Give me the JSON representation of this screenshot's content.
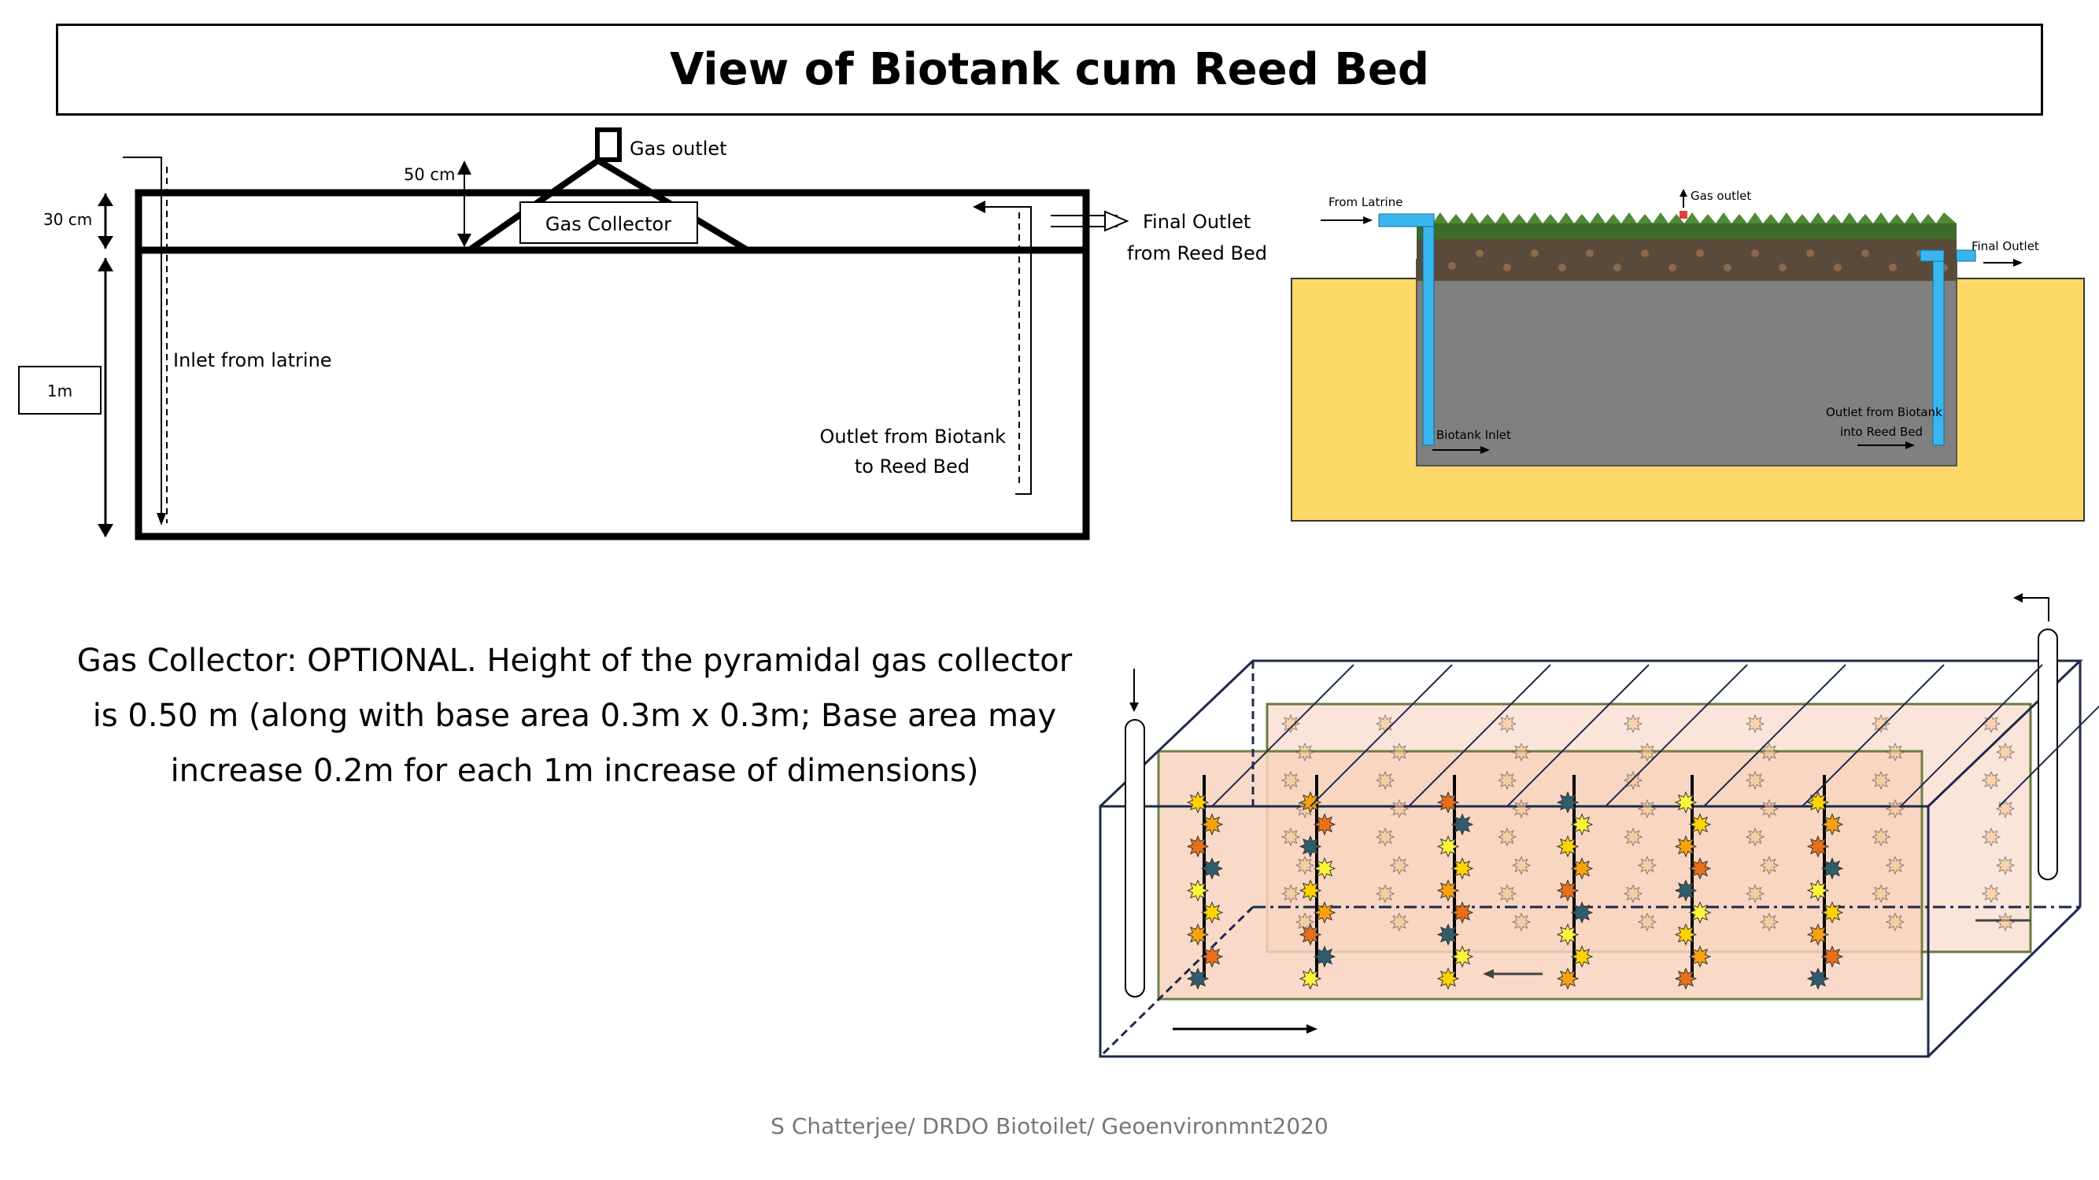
{
  "title": "View of Biotank cum Reed Bed",
  "section_diagram": {
    "gas_outlet": "Gas outlet",
    "dim_50cm": "50 cm",
    "dim_30cm": "30 cm",
    "dim_1m": "1m",
    "gas_collector": "Gas Collector",
    "final_outlet_line1": "Final Outlet",
    "final_outlet_line2": "from Reed Bed",
    "inlet": "Inlet from latrine",
    "outlet_line1": "Outlet from Biotank",
    "outlet_line2": "to Reed Bed"
  },
  "site_diagram": {
    "from_latrine": "From Latrine",
    "gas_outlet": "Gas outlet",
    "final_outlet": "Final Outlet",
    "biotank_inlet": "Biotank Inlet",
    "outlet_line1": "Outlet from Biotank",
    "outlet_line2": "into Reed Bed"
  },
  "caption_lines": [
    "Gas Collector: OPTIONAL. Height of the pyramidal gas collector",
    "is 0.50 m (along with base area 0.3m x 0.3m; Base area may",
    "increase 0.2m for each 1m increase of dimensions)"
  ],
  "footer": "S Chatterjee/ DRDO Biotoilet/ Geoenvironmnt2020",
  "colors": {
    "tank_fill": "#808080",
    "ground_fill": "#fcd966",
    "pipe_blue": "#38b6f0",
    "bed_fill": "#fbe2d5"
  }
}
